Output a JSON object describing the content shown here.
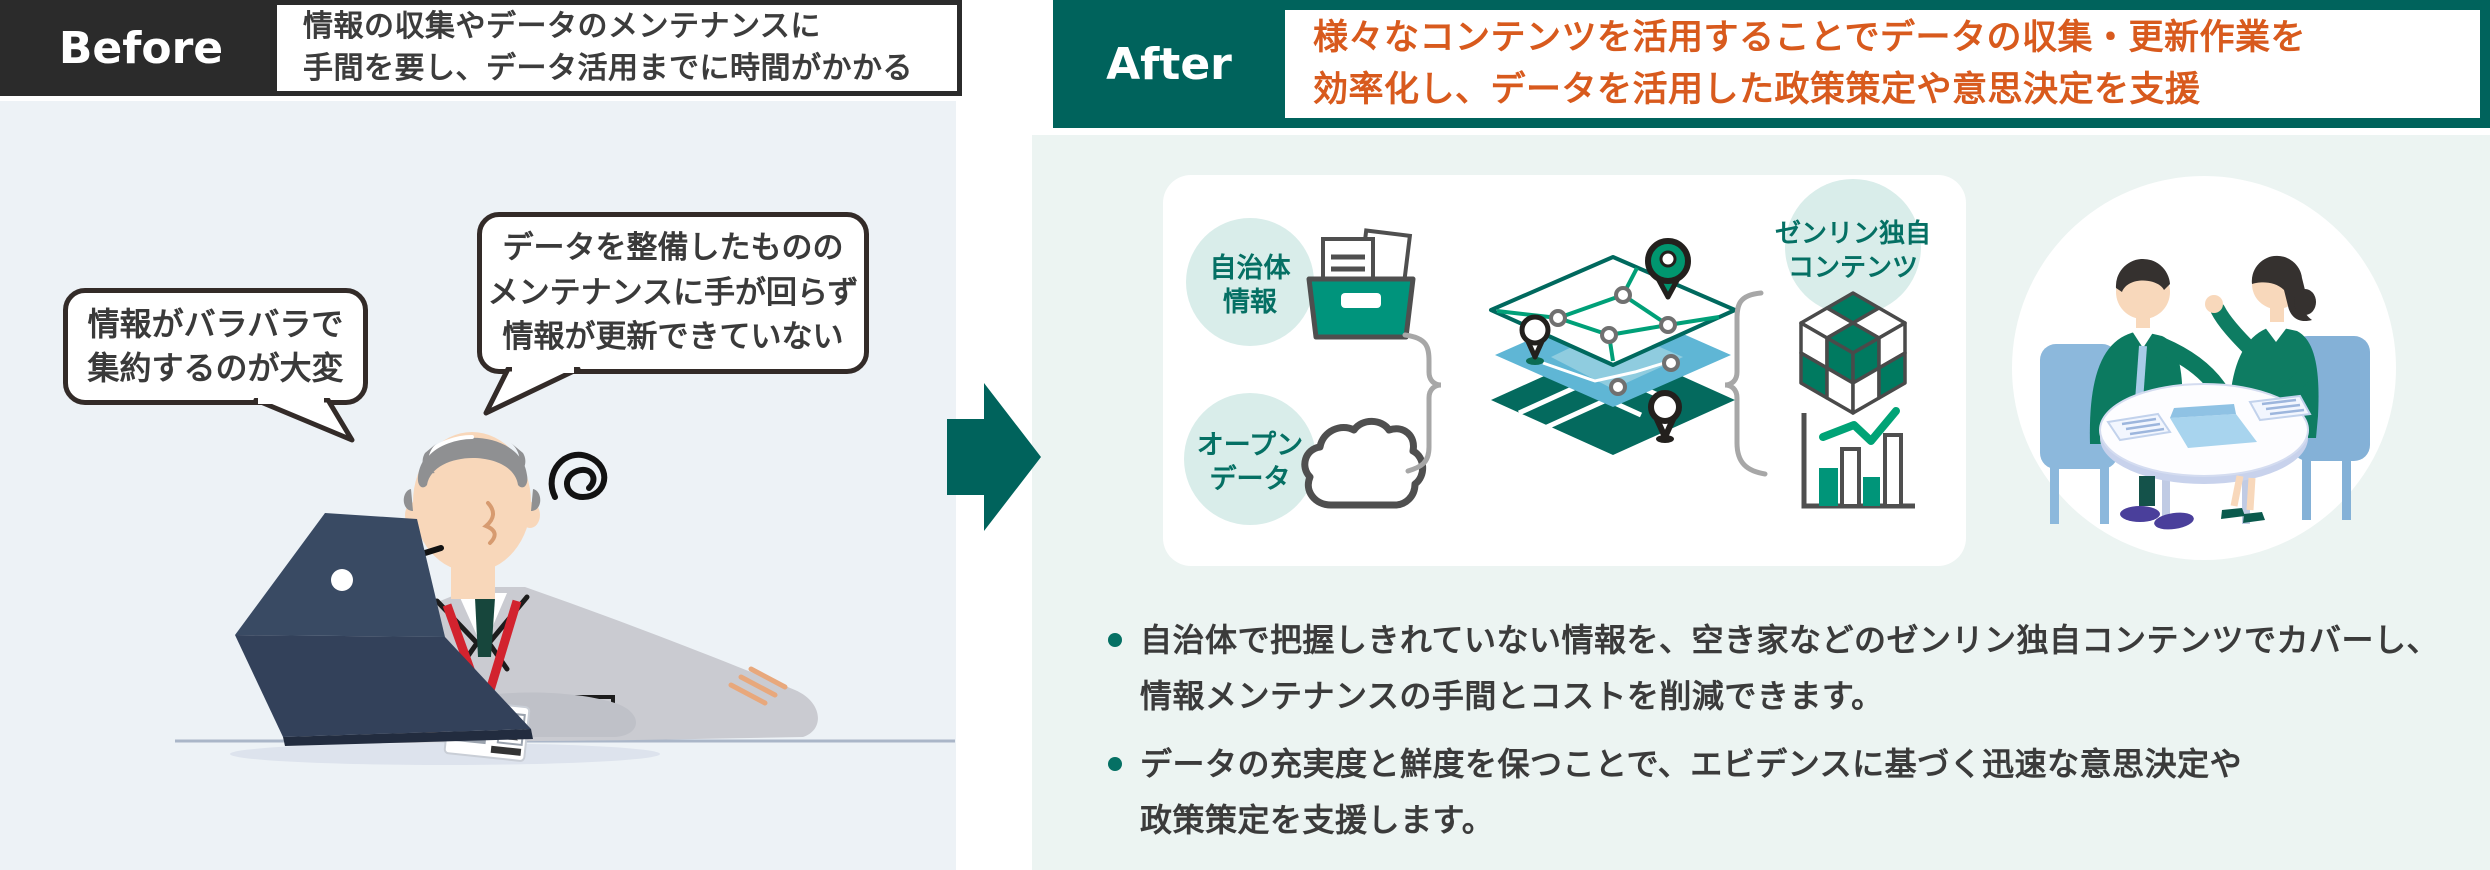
{
  "before": {
    "label": "Before",
    "headline": {
      "line1": "情報の収集やデータのメンテナンスに",
      "line2": "手間を要し、データ活用までに時間がかかる"
    },
    "bubbles": [
      {
        "line1": "情報がバラバラで",
        "line2": "集約するのが大変"
      },
      {
        "line1": "データを整備したものの",
        "line2": "メンテナンスに手が回らず",
        "line3": "情報が更新できていない"
      }
    ]
  },
  "after": {
    "label": "After",
    "headline": {
      "line1": "様々なコンテンツを活用することでデータの収集・更新作業を",
      "line2": "効率化し、データを活用した政策策定や意思決定を支援"
    },
    "flow": {
      "municipal_info": {
        "line1": "自治体",
        "line2": "情報"
      },
      "open_data": {
        "line1": "オープン",
        "line2": "データ"
      },
      "zenrin_content": {
        "line1": "ゼンリン独自",
        "line2": "コンテンツ"
      }
    },
    "bullets": [
      {
        "line1": "自治体で把握しきれていない情報を、空き家などのゼンリン独自コンテンツでカバーし、",
        "line2": "情報メンテナンスの手間とコストを削減できます。"
      },
      {
        "line1": "データの充実度と鮮度を保つことで、エビデンスに基づく迅速な意思決定や",
        "line2": "政策策定を支援します。"
      }
    ]
  },
  "colors": {
    "teal": "#00635c",
    "orange": "#d85a1d",
    "label_black": "#2b2b2b",
    "mint_circle": "#d9edea",
    "panel_left_bg": "#edf2f6",
    "panel_right_bg": "#ecf4f2",
    "accent_green": "#009579",
    "label_teal": "#057064",
    "text_dark": "#3b3b3b"
  }
}
